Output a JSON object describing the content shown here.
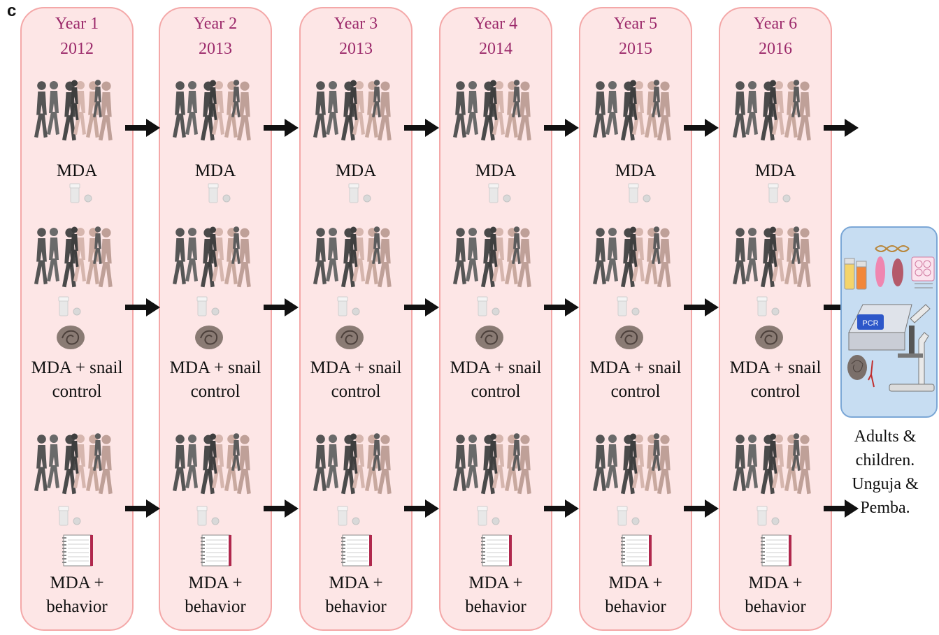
{
  "panel_letter": "c",
  "years": [
    {
      "label": "Year 1",
      "year": "2012"
    },
    {
      "label": "Year 2",
      "year": "2013"
    },
    {
      "label": "Year 3",
      "year": "2013"
    },
    {
      "label": "Year 4",
      "year": "2014"
    },
    {
      "label": "Year 5",
      "year": "2015"
    },
    {
      "label": "Year 6",
      "year": "2016"
    }
  ],
  "arms": {
    "mda": {
      "lines": [
        "MDA"
      ]
    },
    "snail": {
      "lines": [
        "MDA + snail",
        "control"
      ]
    },
    "behavior": {
      "lines": [
        "MDA +",
        "behavior"
      ]
    }
  },
  "lab_caption": [
    "Adults &",
    "children.",
    "Unguja &",
    "Pemba."
  ],
  "lab_pcr_label": "PCR",
  "colors": {
    "column_fill": "#fde6e6",
    "column_border": "#f4a8a8",
    "year_text": "#9c2a6b",
    "lab_fill": "#c7ddf2",
    "lab_border": "#7ba7d6",
    "arrow": "#111111"
  },
  "icons": [
    "people-silhouette-icon",
    "pill-bottle-icon",
    "snail-icon",
    "notebook-icon",
    "pcr-machine-icon",
    "microscope-icon",
    "sample-tubes-icon",
    "dna-icon"
  ]
}
